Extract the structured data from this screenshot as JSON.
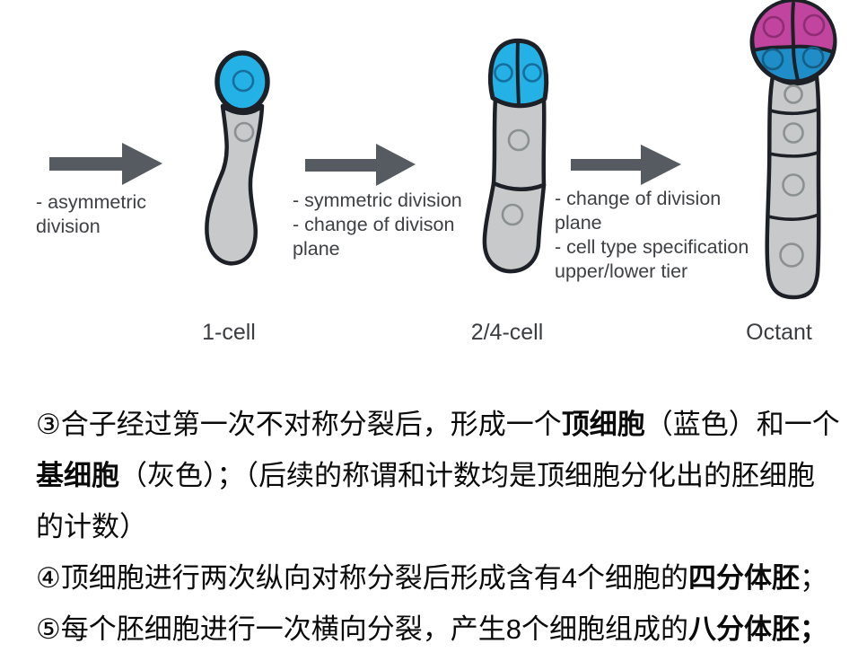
{
  "diagram": {
    "stages": [
      "1-cell",
      "2/4-cell",
      "Octant"
    ],
    "arrow1_label": "- asymmetric\ndivision",
    "arrow2_label": "- symmetric division\n- change of divison\nplane",
    "arrow3_label": "- change of division\nplane\n- cell type specification\nupper/lower tier",
    "colors": {
      "apical_blue": "#24B1E5",
      "octant_blue": "#1F8DC7",
      "octant_magenta": "#C1449E",
      "cell_gray": "#C7C9CA",
      "outline_dark": "#1D2127",
      "arrow_gray": "#565B61"
    }
  },
  "notes": {
    "line1": {
      "pre": "③合子经过第一次不对称分裂后，形成一个",
      "bold": "顶细胞",
      "post": "（蓝色）和一个"
    },
    "line2": {
      "bold": "基细胞",
      "post": "（灰色）；（后续的称谓和计数均是顶细胞分化出的胚细胞"
    },
    "line3": {
      "text": "的计数）"
    },
    "line4": {
      "pre": "④顶细胞进行两次纵向对称分裂后形成含有4个细胞的",
      "bold": "四分体胚",
      "post": "；"
    },
    "line5": {
      "pre": "⑤每个胚细胞进行一次横向分裂，产生8个细胞组成的",
      "bold": "八分体胚；"
    }
  }
}
